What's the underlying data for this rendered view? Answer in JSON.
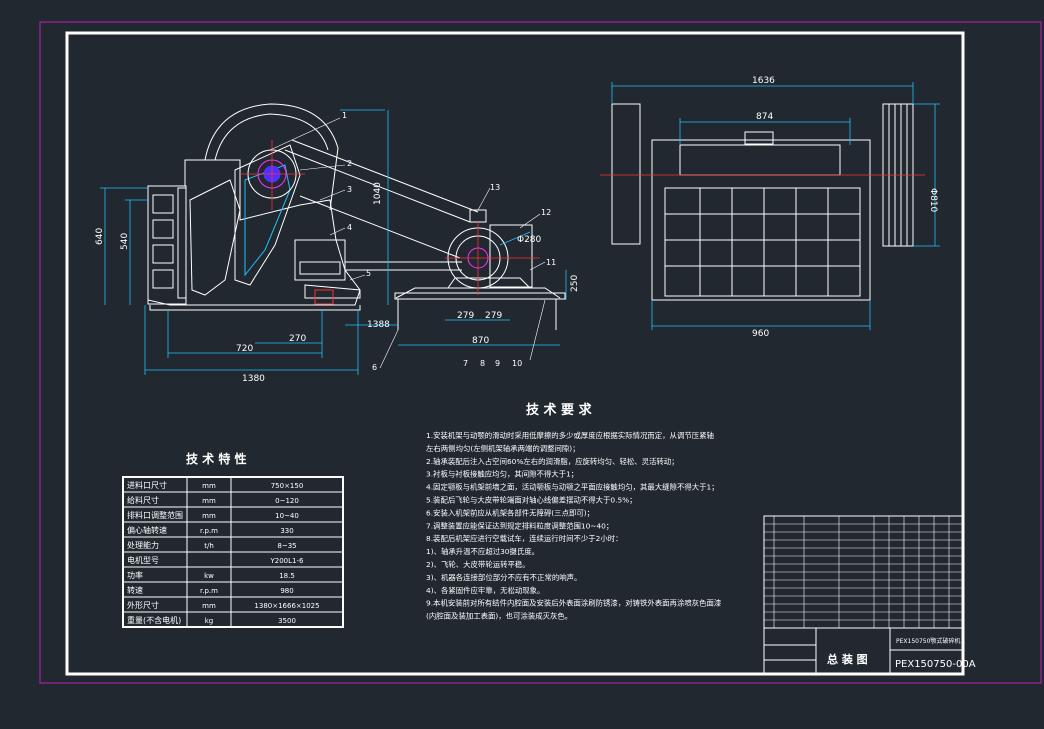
{
  "colors": {
    "background": "#212830",
    "frame": "#ffffff",
    "outer_frame": "#c020c0",
    "part_lines": "#ffffff",
    "dimension_lines": "#20c0ff",
    "center_lines": "#ff3030",
    "text": "#ffffff",
    "shaft": "#ff30ff"
  },
  "front_view": {
    "callouts": [
      "1",
      "2",
      "3",
      "4",
      "5",
      "6",
      "7",
      "8",
      "9",
      "10",
      "11",
      "12",
      "13"
    ],
    "dims": {
      "height_total": "1040",
      "height_640": "640",
      "height_540": "540",
      "width_720": "720",
      "width_270": "270",
      "width_1380": "1380",
      "width_1388": "1388",
      "motor_279a": "279",
      "motor_279b": "279",
      "base_870": "870",
      "height_250": "250",
      "pulley_dia": "Φ280"
    }
  },
  "side_view": {
    "dims": {
      "width_1636": "1636",
      "width_874": "874",
      "width_960": "960",
      "dia_810": "Φ810"
    }
  },
  "tech_requirements": {
    "title": "技 术 要 求",
    "lines": [
      "1.安装机架与动颚的滑动时采用低摩擦的多少或厚度应根据实际情况而定，从调节压紧轴",
      "   左右两侧均匀(左侧机架轴承两端的调整间隙)；",
      "2.轴承装配后注入占空间60%左右的润滑脂，应旋转均匀、轻松、灵活转动；",
      "3.衬板与衬板接触应均匀，其间隙不得大于1；",
      "4.固定颚板与机架前墙之面，活动颚板与动颚之平面应接触均匀，其最大缝隙不得大于1；",
      "5.装配后飞轮与大皮带轮端面对轴心线偏差摆动不得大于0.5%；",
      "6.安装入机架前应从机架各部件无障碍(三点即可)；",
      "7.调整装置应能保证达到规定排料粒度调整范围10~40；",
      "8.装配后机架应进行空载试车，连续运行时间不少于2小时：",
      "   1)、轴承升温不应超过30摄氏度。",
      "   2)、飞轮、大皮带轮运转平稳。",
      "   3)、机器各连接部位部分不应有不正常的响声。",
      "   4)、各紧固件应牢靠，无松动现象。",
      "9.本机安装前对所有结件内腔面及安装后外表面涂刷防锈漆，对铸铁外表面再涂喷灰色面漆",
      "   (内腔面及装加工表面)，也可涂装成灭灰色。"
    ]
  },
  "tech_specs": {
    "title": "技 术 特 性",
    "rows": [
      {
        "label": "进料口尺寸",
        "unit": "mm",
        "value": "750×150"
      },
      {
        "label": "给料尺寸",
        "unit": "mm",
        "value": "0~120"
      },
      {
        "label": "排料口调整范围",
        "unit": "mm",
        "value": "10~40"
      },
      {
        "label": "偏心轴转速",
        "unit": "r.p.m",
        "value": "330"
      },
      {
        "label": "处理能力",
        "unit": "t/h",
        "value": "8~35"
      },
      {
        "label": "电机型号",
        "unit": "",
        "value": "Y200L1-6"
      },
      {
        "label": "功率",
        "unit": "kw",
        "value": "18.5"
      },
      {
        "label": "转速",
        "unit": "r.p.m",
        "value": "980"
      },
      {
        "label": "外形尺寸",
        "unit": "mm",
        "value": "1380×1666×1025"
      },
      {
        "label": "重量(不含电机)",
        "unit": "kg",
        "value": "3500"
      }
    ]
  },
  "title_block": {
    "drawing_name": "总 装 图",
    "drawing_number": "PEX150750-00A",
    "upper_label": "PEX150750颚式破碎机"
  }
}
